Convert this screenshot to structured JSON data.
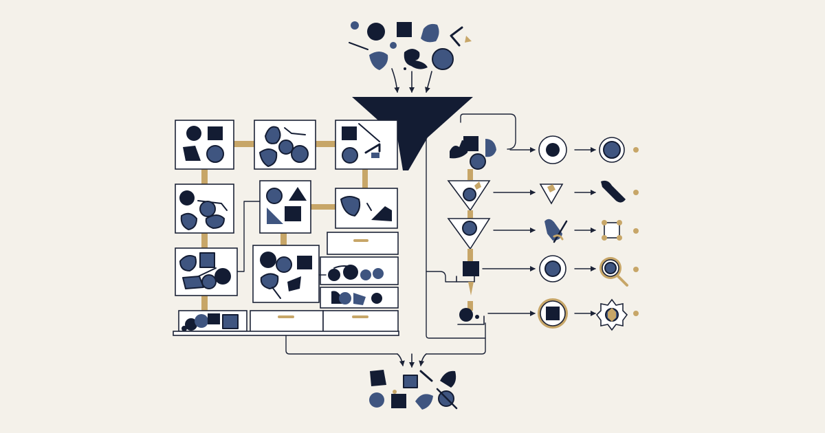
{
  "colors": {
    "background": "#f4f1ea",
    "ink": "#131c33",
    "slate": "#3f5580",
    "gold": "#c7a668",
    "line": "#1b2236",
    "panel": "#ffffff"
  },
  "icons": {
    "input": "scattered-shapes",
    "filter": "funnel",
    "storage": "drawer-cabinet",
    "processing": "sorting-pipeline",
    "output": "merged-shapes"
  }
}
